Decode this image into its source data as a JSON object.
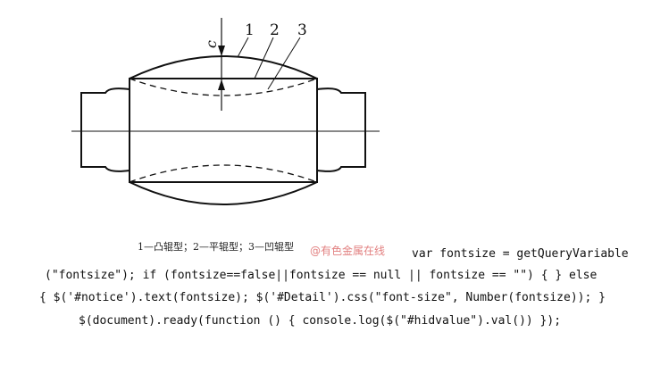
{
  "figure": {
    "labels": {
      "part_1": "1",
      "part_2": "2",
      "part_3": "3",
      "dimension_c": "c"
    },
    "caption": "1—凸辊型；2—平辊型；3—凹辊型"
  },
  "watermark": "@有色金属在线",
  "code_lines": [
    "var fontsize = getQueryVariable",
    "(\"fontsize\"); if (fontsize==false||fontsize == null || fontsize == \"\") { } else",
    "{ $('#notice').text(fontsize); $('#Detail').css(\"font-size\", Number(fontsize)); }",
    "$(document).ready(function () { console.log($(\"#hidvalue\").val()) });"
  ]
}
